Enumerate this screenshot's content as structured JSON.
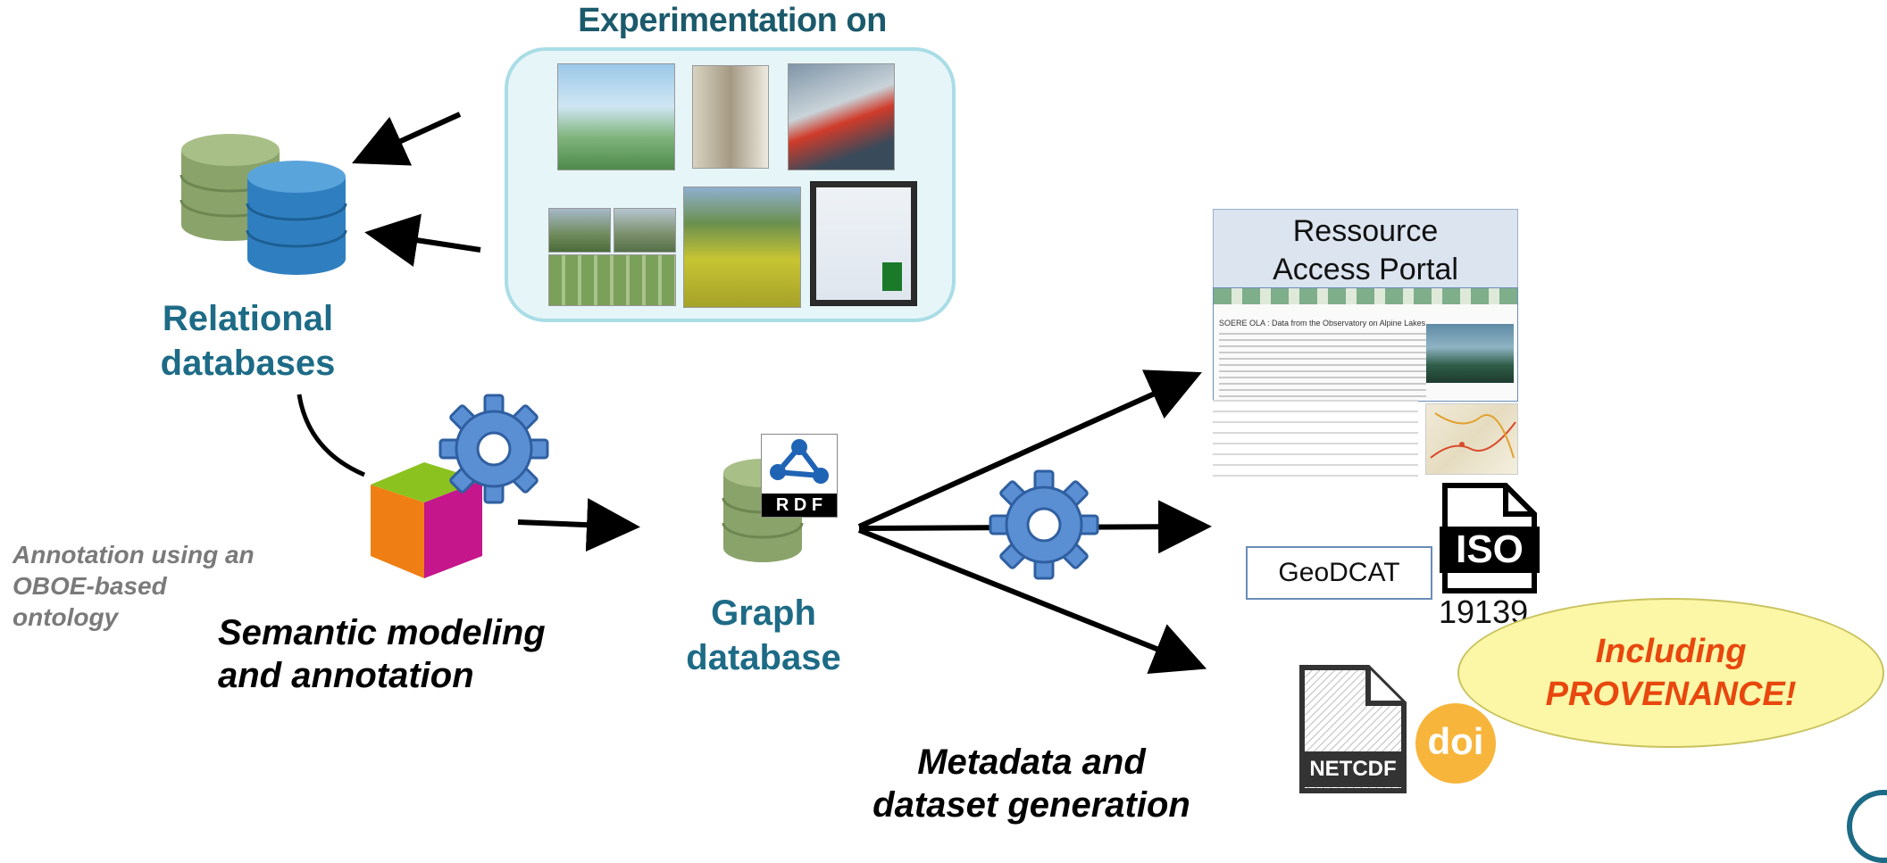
{
  "title": "Experimentation on ecosystems",
  "relational": {
    "line1": "Relational",
    "line2": "databases"
  },
  "annotation_note": {
    "line1": "Annotation using an",
    "line2": "OBOE-based",
    "line3": "ontology"
  },
  "semantic": {
    "line1": "Semantic modeling",
    "line2": "and annotation"
  },
  "graph": {
    "line1": "Graph",
    "line2": "database",
    "rdf": "R D F"
  },
  "portal": {
    "line1": "Ressource",
    "line2": "Access Portal",
    "page_title": "SOERE OLA : Data from the Observatory on Alpine Lakes"
  },
  "geodcat": "GeoDCAT",
  "iso": {
    "badge": "ISO",
    "number": "19139"
  },
  "netcdf": "NETCDF",
  "doi": "doi",
  "provenance": {
    "line1": "Including",
    "line2": "PROVENANCE!"
  },
  "metadata": {
    "line1": "Metadata and",
    "line2": "dataset generation"
  },
  "colors": {
    "teal": "#1d6b86",
    "orange": "#e8470e",
    "gear": "#5b8fd4",
    "db_green": "#8aa36a",
    "db_blue": "#2f7fc0"
  }
}
